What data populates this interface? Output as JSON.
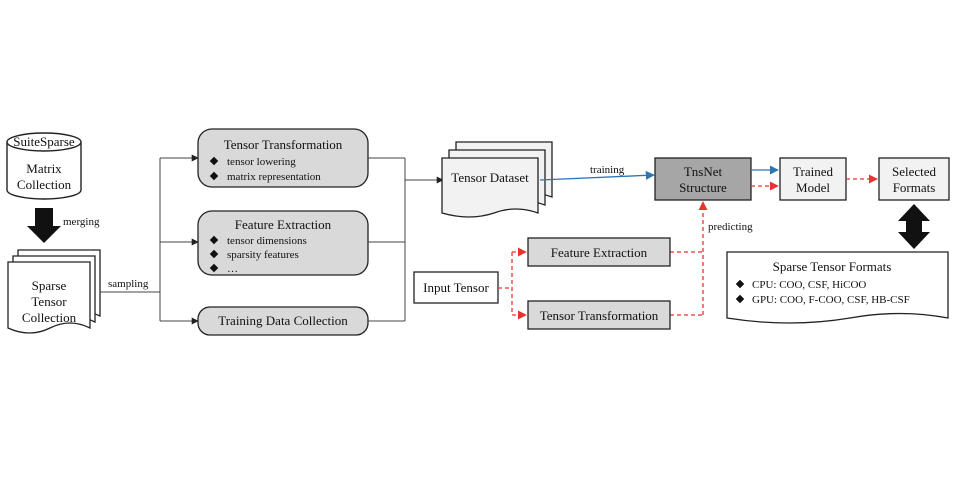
{
  "colors": {
    "gray_fill": "#d9d9d9",
    "dark_fill": "#a6a6a6",
    "light_fill": "#f2f2f2",
    "stroke": "#222222",
    "blue_arrow": "#2e75b6",
    "red_dashed": "#e8342f"
  },
  "icons": {
    "database": "cylinder-icon",
    "document_stack": "document-stack-icon",
    "bullet": "diamond-bullet-icon"
  },
  "source": {
    "line1": "SuiteSparse",
    "line2": "Matrix",
    "line3": "Collection"
  },
  "edges": {
    "merging": "merging",
    "sampling": "sampling",
    "training": "training",
    "predicting": "predicting"
  },
  "sparse_collection": {
    "line1": "Sparse",
    "line2": "Tensor",
    "line3": "Collection"
  },
  "tensor_transformation": {
    "title": "Tensor Transformation",
    "items": [
      "tensor lowering",
      "matrix representation"
    ]
  },
  "feature_extraction": {
    "title": "Feature Extraction",
    "items": [
      "tensor dimensions",
      "sparsity features",
      "…"
    ]
  },
  "training_data_collection": {
    "title": "Training Data Collection"
  },
  "tensor_dataset": {
    "title": "Tensor Dataset"
  },
  "input_tensor": {
    "title": "Input Tensor"
  },
  "pred_feature_extraction": {
    "title": "Feature Extraction"
  },
  "pred_tensor_transformation": {
    "title": "Tensor Transformation"
  },
  "tnsnet": {
    "line1": "TnsNet",
    "line2": "Structure"
  },
  "trained_model": {
    "line1": "Trained",
    "line2": "Model"
  },
  "selected_formats": {
    "line1": "Selected",
    "line2": "Formats"
  },
  "sparse_formats": {
    "title": "Sparse Tensor Formats",
    "items": [
      "CPU: COO, CSF, HiCOO",
      "GPU: COO, F-COO, CSF, HB-CSF"
    ]
  }
}
